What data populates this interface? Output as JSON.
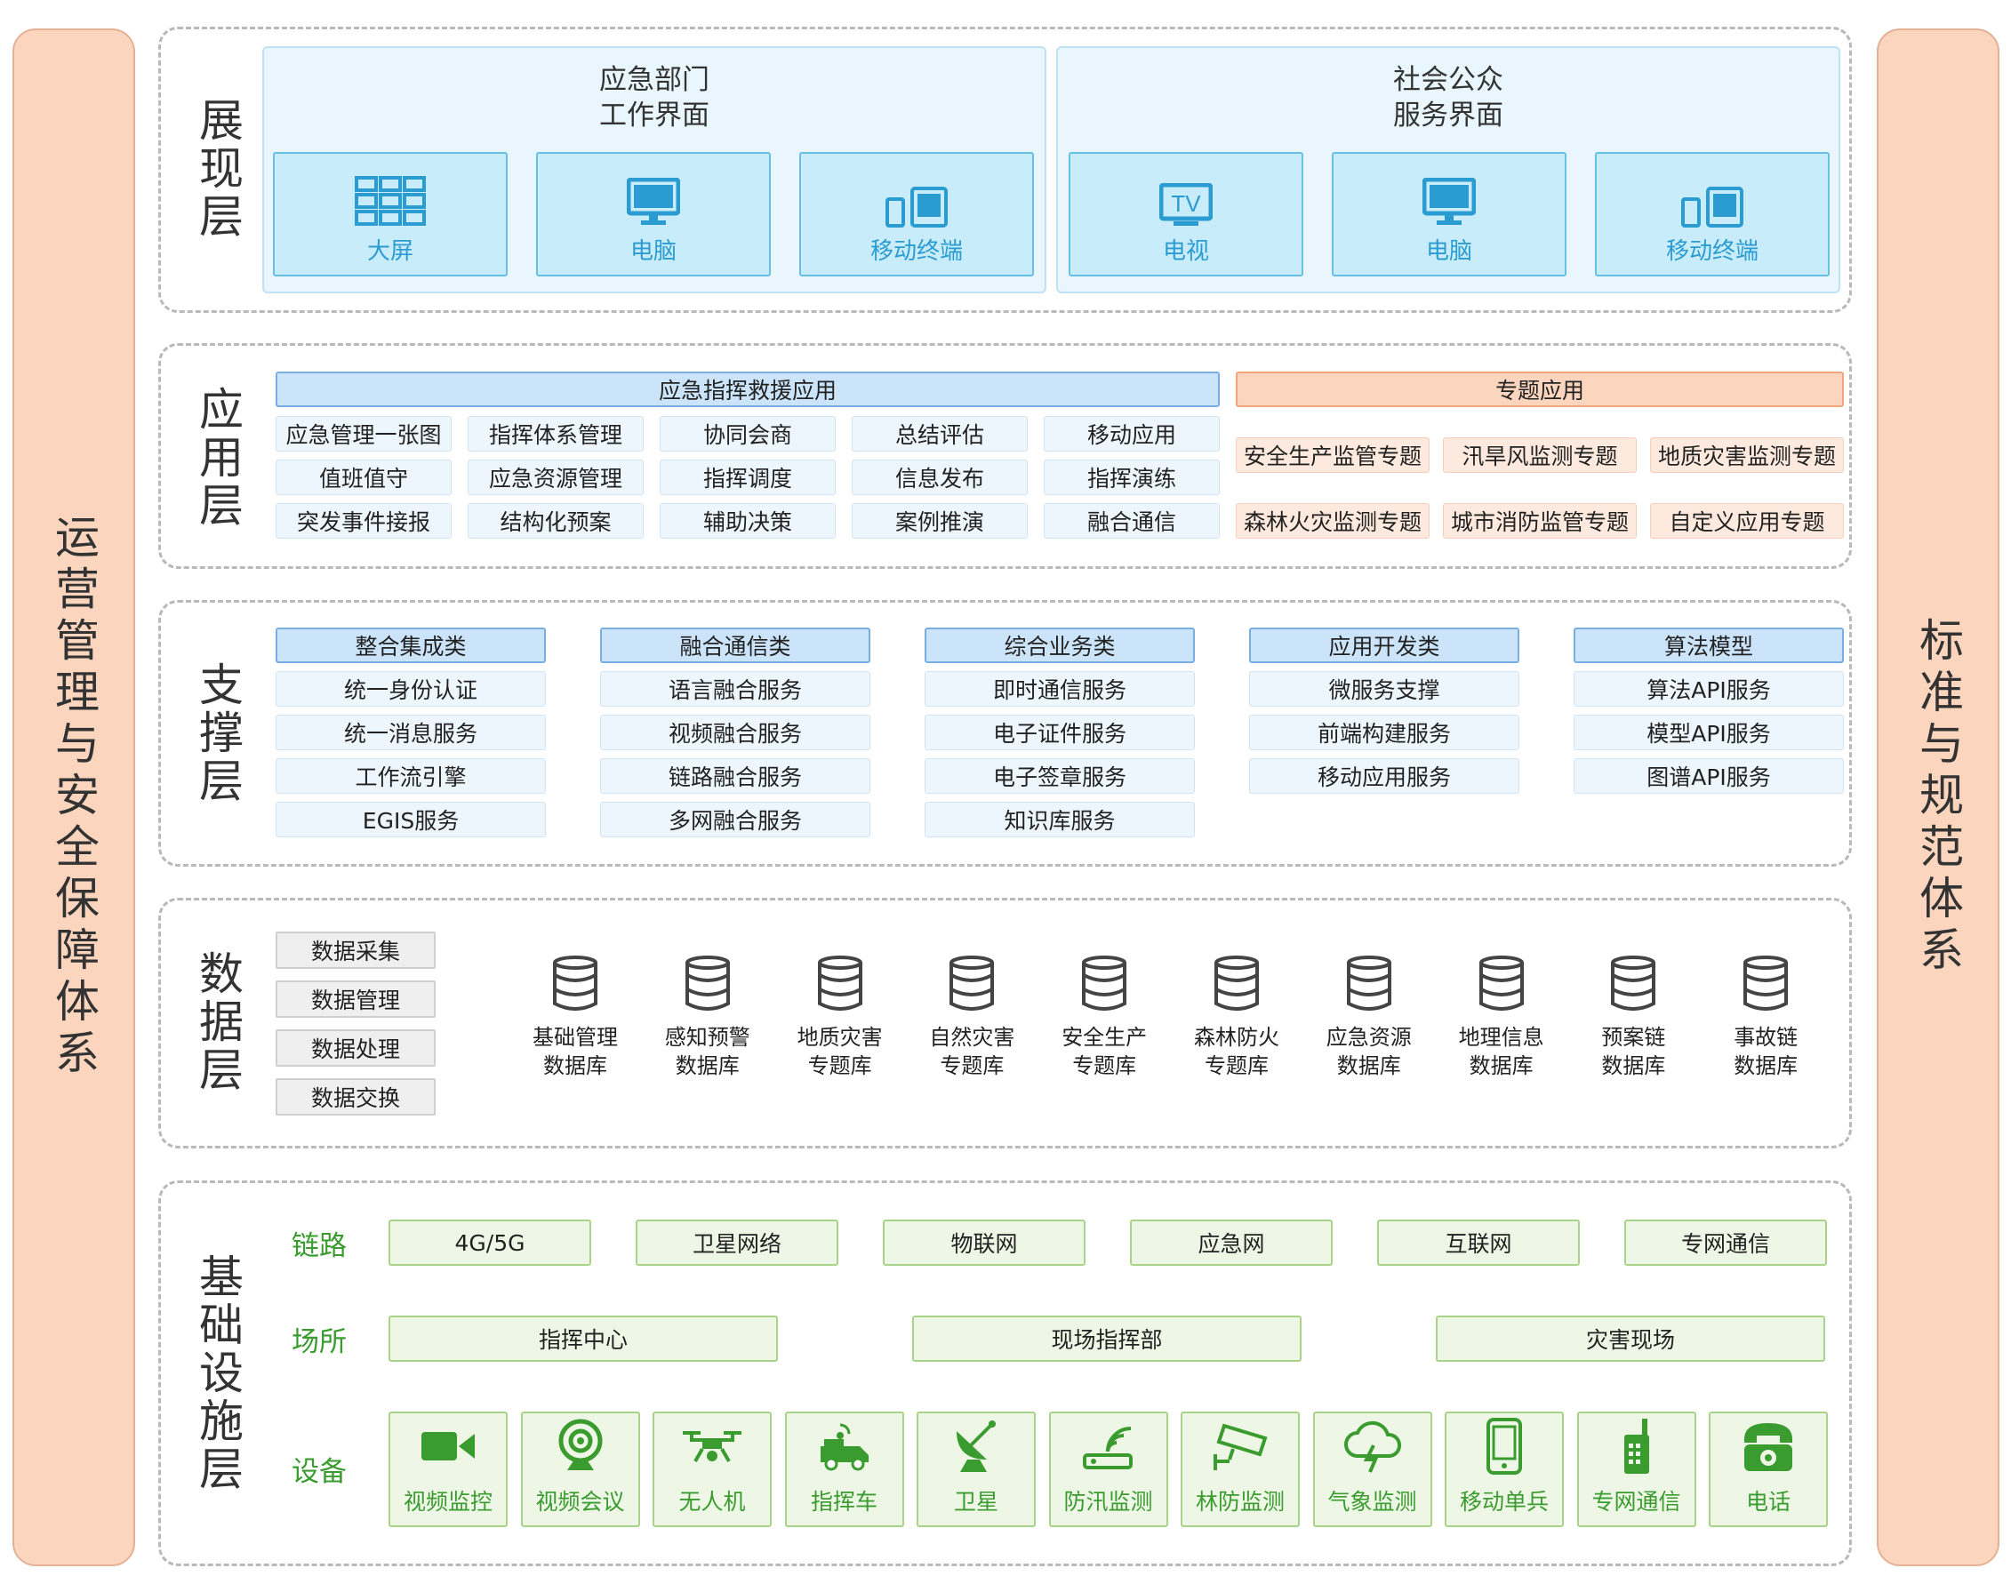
{
  "left_pillar": "运营管理与安全保障体系",
  "right_pillar": "标准与规范体系",
  "presentation": {
    "title": "展现层",
    "groups": [
      {
        "title_line1": "应急部门",
        "title_line2": "工作界面",
        "cards": [
          {
            "label": "大屏",
            "icon": "grid-screen-icon"
          },
          {
            "label": "电脑",
            "icon": "monitor-icon"
          },
          {
            "label": "移动终端",
            "icon": "mobile-devices-icon"
          }
        ]
      },
      {
        "title_line1": "社会公众",
        "title_line2": "服务界面",
        "cards": [
          {
            "label": "电视",
            "icon": "tv-icon"
          },
          {
            "label": "电脑",
            "icon": "monitor-icon"
          },
          {
            "label": "移动终端",
            "icon": "mobile-devices-icon"
          }
        ]
      }
    ],
    "tv_text": "TV"
  },
  "application": {
    "title": "应用层",
    "left_header": "应急指挥救援应用",
    "left_cells": [
      [
        "应急管理一张图",
        "指挥体系管理",
        "协同会商",
        "总结评估",
        "移动应用"
      ],
      [
        "值班值守",
        "应急资源管理",
        "指挥调度",
        "信息发布",
        "指挥演练"
      ],
      [
        "突发事件接报",
        "结构化预案",
        "辅助决策",
        "案例推演",
        "融合通信"
      ]
    ],
    "right_header": "专题应用",
    "right_cells": [
      [
        "安全生产监管专题",
        "汛旱风监测专题",
        "地质灾害监测专题"
      ],
      [
        "森林火灾监测专题",
        "城市消防监管专题",
        "自定义应用专题"
      ]
    ]
  },
  "support": {
    "title": "支撑层",
    "columns": [
      {
        "header": "整合集成类",
        "items": [
          "统一身份认证",
          "统一消息服务",
          "工作流引擎",
          "EGIS服务"
        ]
      },
      {
        "header": "融合通信类",
        "items": [
          "语言融合服务",
          "视频融合服务",
          "链路融合服务",
          "多网融合服务"
        ]
      },
      {
        "header": "综合业务类",
        "items": [
          "即时通信服务",
          "电子证件服务",
          "电子签章服务",
          "知识库服务"
        ]
      },
      {
        "header": "应用开发类",
        "items": [
          "微服务支撑",
          "前端构建服务",
          "移动应用服务"
        ]
      },
      {
        "header": "算法模型",
        "items": [
          "算法API服务",
          "模型API服务",
          "图谱API服务"
        ]
      }
    ]
  },
  "data": {
    "title": "数据层",
    "side": [
      "数据采集",
      "数据管理",
      "数据处理",
      "数据交换"
    ],
    "dbs": [
      {
        "l1": "基础管理",
        "l2": "数据库"
      },
      {
        "l1": "感知预警",
        "l2": "数据库"
      },
      {
        "l1": "地质灾害",
        "l2": "专题库"
      },
      {
        "l1": "自然灾害",
        "l2": "专题库"
      },
      {
        "l1": "安全生产",
        "l2": "专题库"
      },
      {
        "l1": "森林防火",
        "l2": "专题库"
      },
      {
        "l1": "应急资源",
        "l2": "数据库"
      },
      {
        "l1": "地理信息",
        "l2": "数据库"
      },
      {
        "l1": "预案链",
        "l2": "数据库"
      },
      {
        "l1": "事故链",
        "l2": "数据库"
      }
    ]
  },
  "infra": {
    "title": "基础设施层",
    "link_label": "链路",
    "links": [
      "4G/5G",
      "卫星网络",
      "物联网",
      "应急网",
      "互联网",
      "专网通信"
    ],
    "site_label": "场所",
    "sites": [
      "指挥中心",
      "现场指挥部",
      "灾害现场"
    ],
    "device_label": "设备",
    "devices": [
      {
        "label": "视频监控",
        "icon": "video-camera-icon"
      },
      {
        "label": "视频会议",
        "icon": "webcam-icon"
      },
      {
        "label": "无人机",
        "icon": "drone-icon"
      },
      {
        "label": "指挥车",
        "icon": "command-vehicle-icon"
      },
      {
        "label": "卫星",
        "icon": "satellite-dish-icon"
      },
      {
        "label": "防汛监测",
        "icon": "flood-sensor-icon"
      },
      {
        "label": "林防监测",
        "icon": "surveillance-camera-icon"
      },
      {
        "label": "气象监测",
        "icon": "weather-cloud-icon"
      },
      {
        "label": "移动单兵",
        "icon": "mobile-phone-icon"
      },
      {
        "label": "专网通信",
        "icon": "radio-icon"
      },
      {
        "label": "电话",
        "icon": "telephone-icon"
      }
    ]
  },
  "colors": {
    "blue": "#2b9cd1",
    "green": "#3a9c2f",
    "orange": "#fbd5bd"
  }
}
